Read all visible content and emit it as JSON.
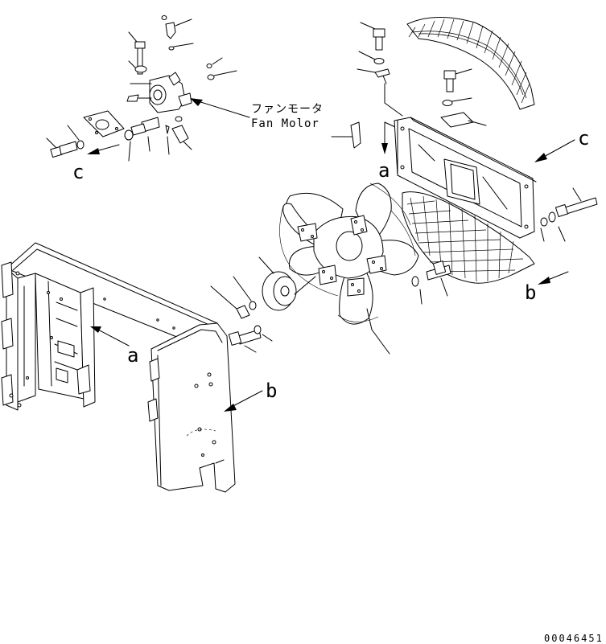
{
  "callout": {
    "jp": "ファンモータ",
    "en": "Fan Molor"
  },
  "letters": {
    "a1": "a",
    "a2": "a",
    "b1": "b",
    "b2": "b",
    "c1": "c",
    "c2": "c"
  },
  "drawing_number": "00046451"
}
